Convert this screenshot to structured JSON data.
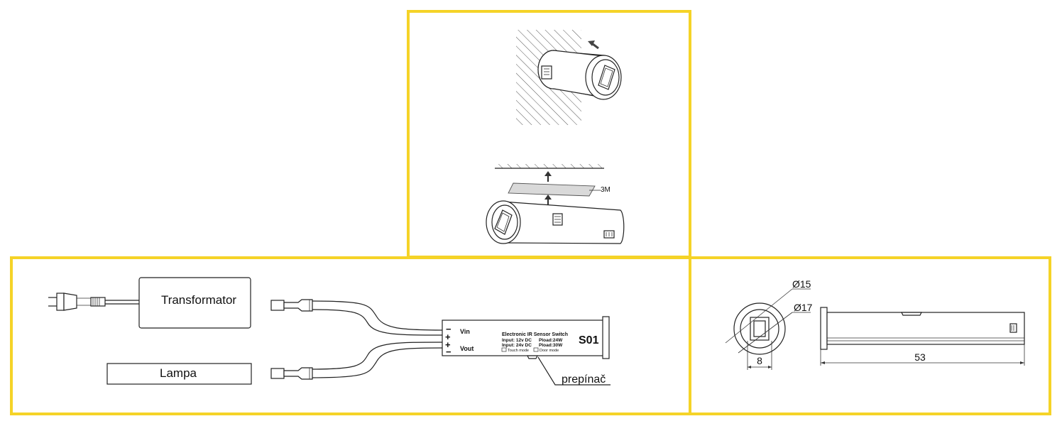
{
  "panels": {
    "mounting": {
      "adhesive_label": "3M"
    },
    "wiring": {
      "transformer_label": "Transformator",
      "lamp_label": "Lampa",
      "switch_title": "Electronic IR Sensor Switch",
      "switch_input_12": "Input: 12v DC",
      "switch_input_24": "Input: 24v DC",
      "switch_pload_24": "Pload:24W",
      "switch_pload_30": "Pload:30W",
      "switch_touch_mode": "Touch mode",
      "switch_door_mode": "Door mode",
      "switch_model": "S01",
      "vin_label": "Vin",
      "vout_label": "Vout",
      "minus_symbol": "−",
      "plus_symbol": "+",
      "selector_label": "prepínač"
    },
    "dimensions": {
      "diameter_inner": "Ø15",
      "diameter_outer": "Ø17",
      "width_label": "8",
      "length_label": "53"
    }
  },
  "colors": {
    "frame": "#f5d327",
    "line": "#222222"
  }
}
